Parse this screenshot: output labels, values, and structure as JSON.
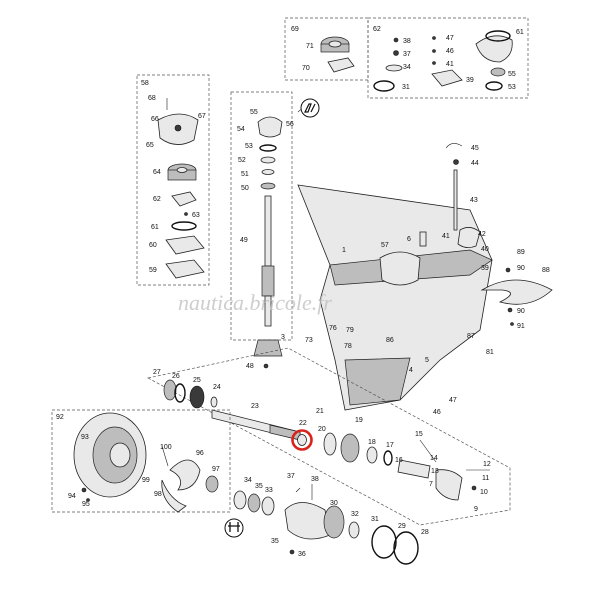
{
  "watermark": "nautica.bricole.fr",
  "highlight_color": "#d9231d",
  "callouts": [
    {
      "id": "c69",
      "text": "69"
    },
    {
      "id": "c71",
      "text": "71"
    },
    {
      "id": "c70",
      "text": "70"
    },
    {
      "id": "c62",
      "text": "62"
    },
    {
      "id": "c38",
      "text": "38"
    },
    {
      "id": "c37",
      "text": "37"
    },
    {
      "id": "c34",
      "text": "34"
    },
    {
      "id": "c31a",
      "text": "31"
    },
    {
      "id": "c47a",
      "text": "47"
    },
    {
      "id": "c46a",
      "text": "46"
    },
    {
      "id": "c41a",
      "text": "41"
    },
    {
      "id": "c39a",
      "text": "39"
    },
    {
      "id": "c61a",
      "text": "61"
    },
    {
      "id": "c55a",
      "text": "55"
    },
    {
      "id": "c53a",
      "text": "53"
    },
    {
      "id": "c58",
      "text": "58"
    },
    {
      "id": "c68",
      "text": "68"
    },
    {
      "id": "c66",
      "text": "66"
    },
    {
      "id": "c67",
      "text": "67"
    },
    {
      "id": "c65",
      "text": "65"
    },
    {
      "id": "c64",
      "text": "64"
    },
    {
      "id": "c62b",
      "text": "62"
    },
    {
      "id": "c63",
      "text": "63"
    },
    {
      "id": "c61b",
      "text": "61"
    },
    {
      "id": "c60",
      "text": "60"
    },
    {
      "id": "c59",
      "text": "59"
    },
    {
      "id": "c55b",
      "text": "55"
    },
    {
      "id": "c56",
      "text": "56"
    },
    {
      "id": "c54",
      "text": "54"
    },
    {
      "id": "c53b",
      "text": "53"
    },
    {
      "id": "c52",
      "text": "52"
    },
    {
      "id": "c51",
      "text": "51"
    },
    {
      "id": "c50",
      "text": "50"
    },
    {
      "id": "c49",
      "text": "49"
    },
    {
      "id": "c3",
      "text": "3"
    },
    {
      "id": "c48",
      "text": "48"
    },
    {
      "id": "c45",
      "text": "45"
    },
    {
      "id": "c44",
      "text": "44"
    },
    {
      "id": "c43",
      "text": "43"
    },
    {
      "id": "c42",
      "text": "42"
    },
    {
      "id": "c41b",
      "text": "41"
    },
    {
      "id": "c40",
      "text": "40"
    },
    {
      "id": "c39b",
      "text": "39"
    },
    {
      "id": "c6",
      "text": "6"
    },
    {
      "id": "c57",
      "text": "57"
    },
    {
      "id": "c1",
      "text": "1"
    },
    {
      "id": "c89",
      "text": "89"
    },
    {
      "id": "c90a",
      "text": "90"
    },
    {
      "id": "c88",
      "text": "88"
    },
    {
      "id": "c90b",
      "text": "90"
    },
    {
      "id": "c91",
      "text": "91"
    },
    {
      "id": "c76",
      "text": "76"
    },
    {
      "id": "c79",
      "text": "79"
    },
    {
      "id": "c86",
      "text": "86"
    },
    {
      "id": "c78",
      "text": "78"
    },
    {
      "id": "c73",
      "text": "73"
    },
    {
      "id": "c87",
      "text": "87"
    },
    {
      "id": "c81",
      "text": "81"
    },
    {
      "id": "c4",
      "text": "4"
    },
    {
      "id": "c5",
      "text": "5"
    },
    {
      "id": "c47b",
      "text": "47"
    },
    {
      "id": "c46b",
      "text": "46"
    },
    {
      "id": "c27",
      "text": "27"
    },
    {
      "id": "c26",
      "text": "26"
    },
    {
      "id": "c25",
      "text": "25"
    },
    {
      "id": "c24",
      "text": "24"
    },
    {
      "id": "c23",
      "text": "23"
    },
    {
      "id": "c22",
      "text": "22"
    },
    {
      "id": "c21",
      "text": "21"
    },
    {
      "id": "c20",
      "text": "20"
    },
    {
      "id": "c19",
      "text": "19"
    },
    {
      "id": "c18",
      "text": "18"
    },
    {
      "id": "c17",
      "text": "17"
    },
    {
      "id": "c16",
      "text": "16"
    },
    {
      "id": "c15",
      "text": "15"
    },
    {
      "id": "c14",
      "text": "14"
    },
    {
      "id": "c13",
      "text": "13"
    },
    {
      "id": "c12",
      "text": "12"
    },
    {
      "id": "c11",
      "text": "11"
    },
    {
      "id": "c10",
      "text": "10"
    },
    {
      "id": "c9",
      "text": "9"
    },
    {
      "id": "c7",
      "text": "7"
    },
    {
      "id": "c92",
      "text": "92"
    },
    {
      "id": "c93",
      "text": "93"
    },
    {
      "id": "c100",
      "text": "100"
    },
    {
      "id": "c96",
      "text": "96"
    },
    {
      "id": "c99",
      "text": "99"
    },
    {
      "id": "c98",
      "text": "98"
    },
    {
      "id": "c97",
      "text": "97"
    },
    {
      "id": "c94",
      "text": "94"
    },
    {
      "id": "c95",
      "text": "95"
    },
    {
      "id": "c34b",
      "text": "34"
    },
    {
      "id": "c35a",
      "text": "35"
    },
    {
      "id": "c33",
      "text": "33"
    },
    {
      "id": "c37b",
      "text": "37"
    },
    {
      "id": "c38b",
      "text": "38"
    },
    {
      "id": "c30",
      "text": "30"
    },
    {
      "id": "c32",
      "text": "32"
    },
    {
      "id": "c31b",
      "text": "31"
    },
    {
      "id": "c29",
      "text": "29"
    },
    {
      "id": "c28",
      "text": "28"
    },
    {
      "id": "c35b",
      "text": "35"
    },
    {
      "id": "c36",
      "text": "36"
    }
  ]
}
